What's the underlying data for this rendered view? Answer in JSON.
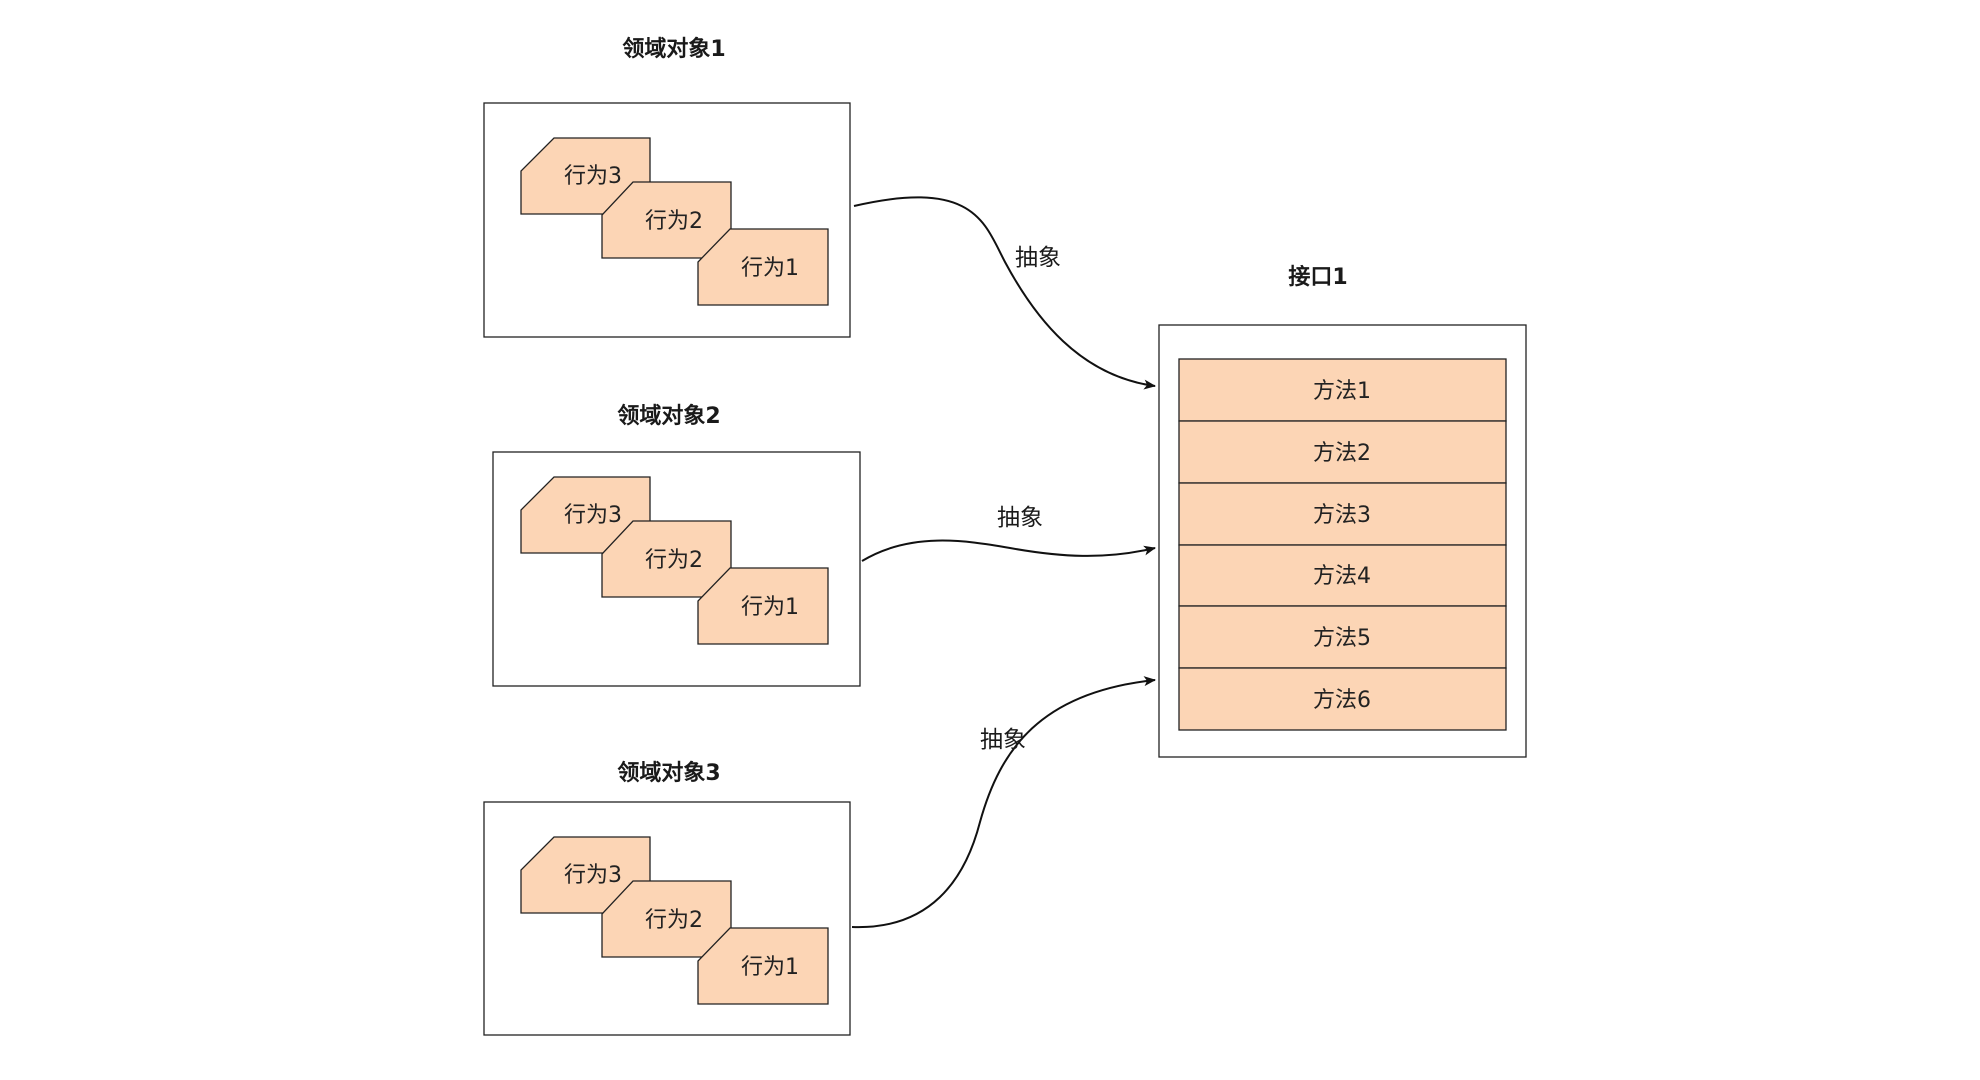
{
  "colors": {
    "fill": "#fcd5b5",
    "stroke": "#222222",
    "edge": "#111111"
  },
  "domain_objects": [
    {
      "title": "领域对象1",
      "behaviors": [
        "行为3",
        "行为2",
        "行为1"
      ]
    },
    {
      "title": "领域对象2",
      "behaviors": [
        "行为3",
        "行为2",
        "行为1"
      ]
    },
    {
      "title": "领域对象3",
      "behaviors": [
        "行为3",
        "行为2",
        "行为1"
      ]
    }
  ],
  "interface": {
    "title": "接口1",
    "methods": [
      "方法1",
      "方法2",
      "方法3",
      "方法4",
      "方法5",
      "方法6"
    ]
  },
  "edges": [
    {
      "from": "领域对象1",
      "to": "接口1",
      "label": "抽象"
    },
    {
      "from": "领域对象2",
      "to": "接口1",
      "label": "抽象"
    },
    {
      "from": "领域对象3",
      "to": "接口1",
      "label": "抽象"
    }
  ]
}
